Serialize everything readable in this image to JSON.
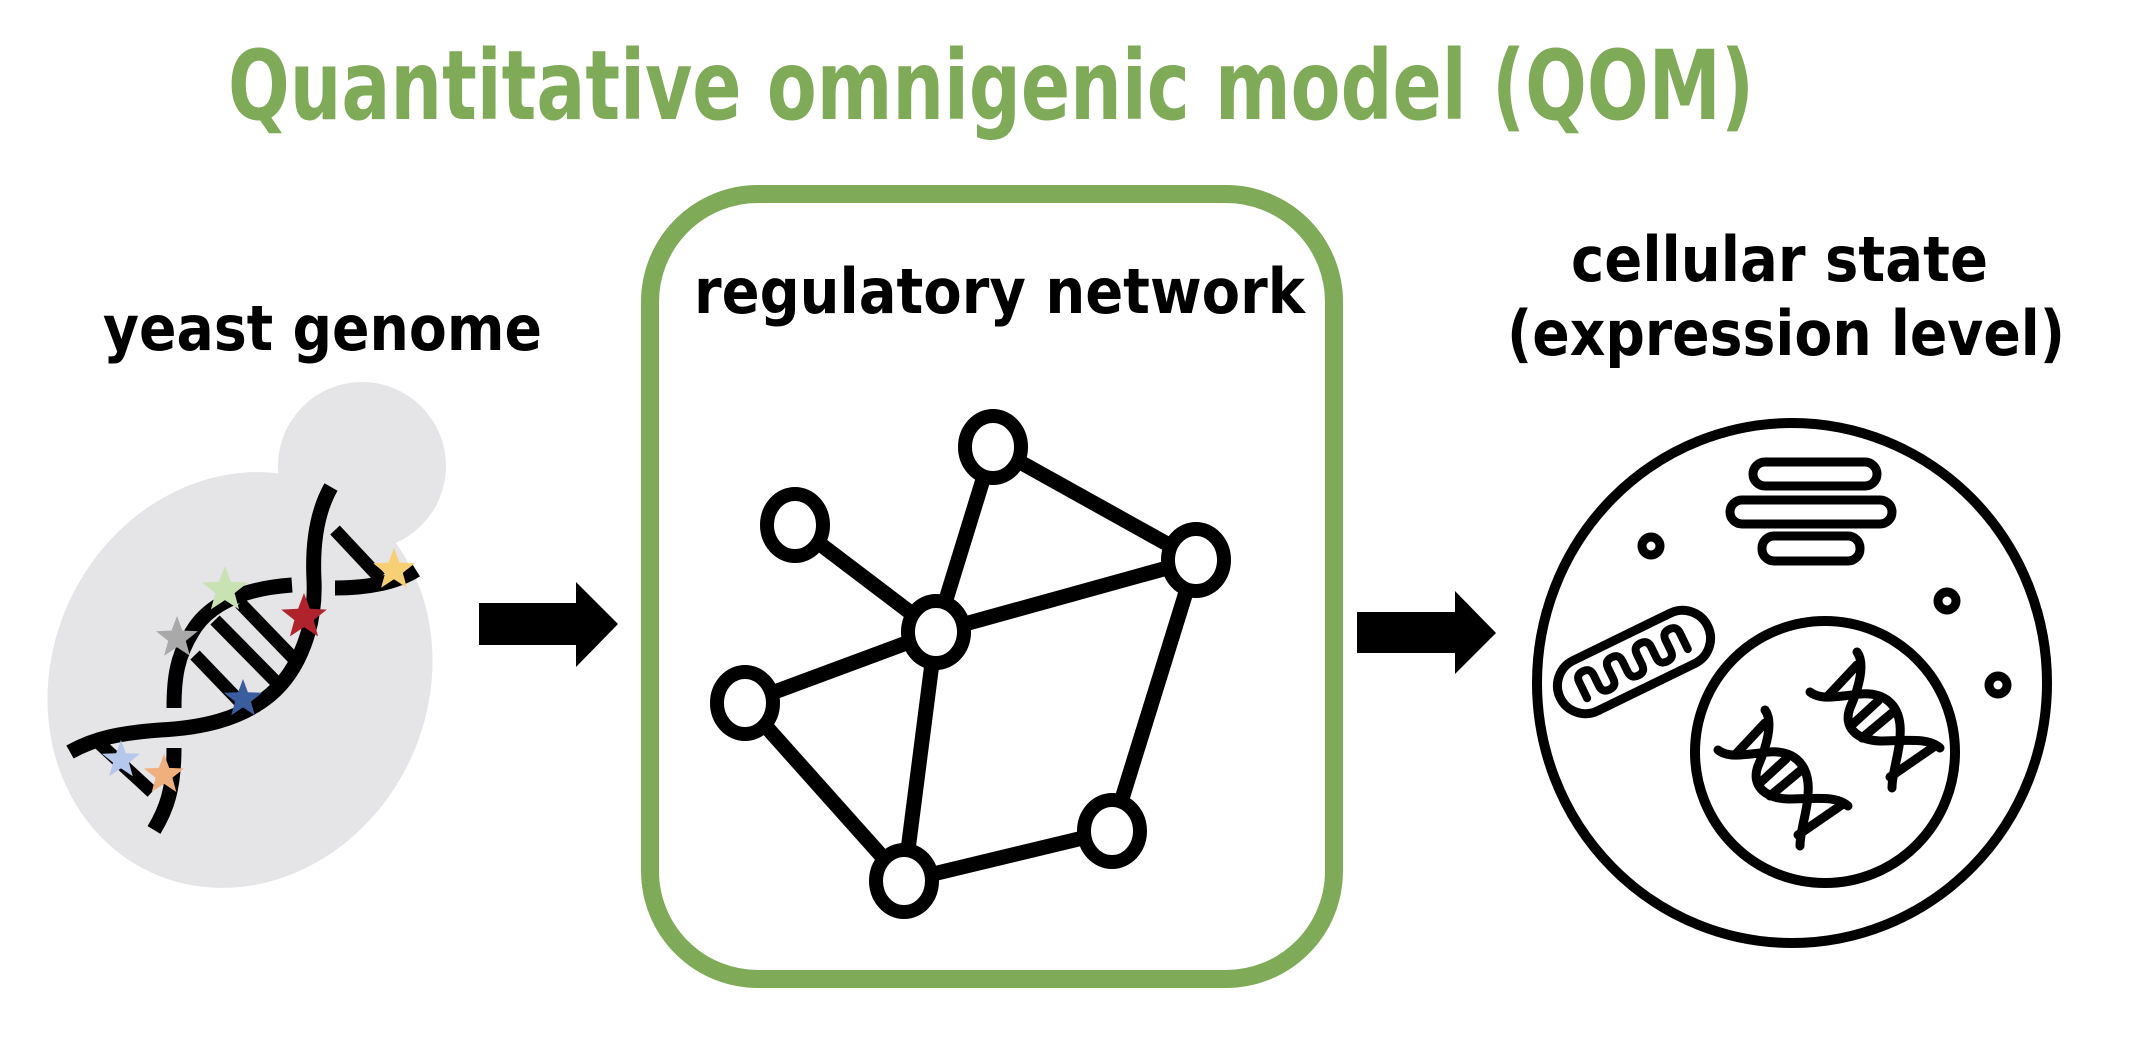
{
  "title": "Quantitative omnigenic model (QOM)",
  "panels": {
    "genome": {
      "label": "yeast genome"
    },
    "network": {
      "label": "regulatory network"
    },
    "state": {
      "label_line1": "cellular state",
      "label_line2": "(expression level)"
    }
  },
  "colors": {
    "accent": "#7faa57",
    "yeast_cell": "#e5e4e6",
    "ink": "#000000"
  },
  "variant_stars": [
    {
      "name": "green-star",
      "color": "#c9e2b3"
    },
    {
      "name": "gray-star",
      "color": "#a9a9a9"
    },
    {
      "name": "red-star",
      "color": "#b0222c"
    },
    {
      "name": "blue-star",
      "color": "#3a5da0"
    },
    {
      "name": "yellow-star",
      "color": "#f7cf74"
    },
    {
      "name": "light-blue-star",
      "color": "#b5c8ec"
    },
    {
      "name": "orange-star",
      "color": "#f0b07e"
    }
  ],
  "network": {
    "nodes": [
      "top",
      "upper-left",
      "hub",
      "right",
      "left",
      "bottom",
      "bottom-right"
    ],
    "edges": [
      [
        "upper-left",
        "hub"
      ],
      [
        "top",
        "hub"
      ],
      [
        "top",
        "right"
      ],
      [
        "hub",
        "right"
      ],
      [
        "left",
        "hub"
      ],
      [
        "left",
        "bottom"
      ],
      [
        "hub",
        "bottom"
      ],
      [
        "bottom",
        "bottom-right"
      ],
      [
        "bottom-right",
        "right"
      ]
    ]
  },
  "cell": {
    "organelles": [
      "golgi-apparatus",
      "mitochondrion",
      "nucleus",
      "vesicle",
      "vesicle",
      "vesicle",
      "dna-helix",
      "dna-helix"
    ]
  }
}
